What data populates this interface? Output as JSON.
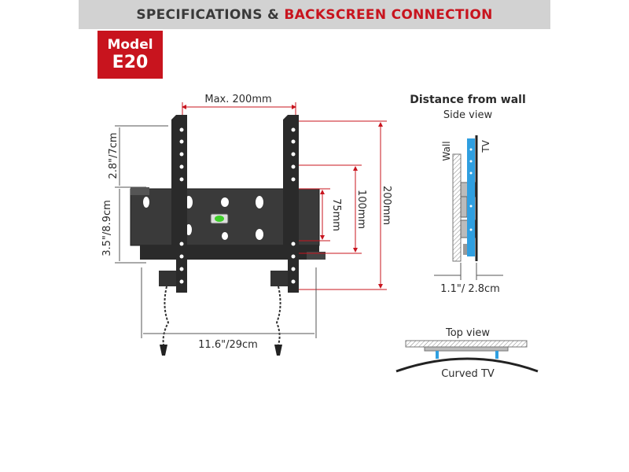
{
  "header": {
    "title_part1": "SPECIFICATIONS &",
    "title_part2": "BACKSCREEN CONNECTION"
  },
  "model": {
    "label": "Model",
    "name": "E20"
  },
  "dimensions": {
    "max_width": "Max. 200mm",
    "height_upper": "2.8\"/7cm",
    "height_lower": "3.5\"/8.9cm",
    "vesa_75": "75mm",
    "vesa_100": "100mm",
    "vesa_200": "200mm",
    "width_total": "11.6\"/29cm"
  },
  "side_view": {
    "title": "Distance from wall",
    "subtitle": "Side view",
    "wall_label": "Wall",
    "tv_label": "TV",
    "distance": "1.1\"/ 2.8cm"
  },
  "top_view": {
    "title": "Top view",
    "curved_label": "Curved TV"
  },
  "colors": {
    "accent_red": "#c8141e",
    "header_gray": "#d2d2d2",
    "bracket": "#2a2a2a",
    "blue_plate": "#2f9fe0"
  }
}
